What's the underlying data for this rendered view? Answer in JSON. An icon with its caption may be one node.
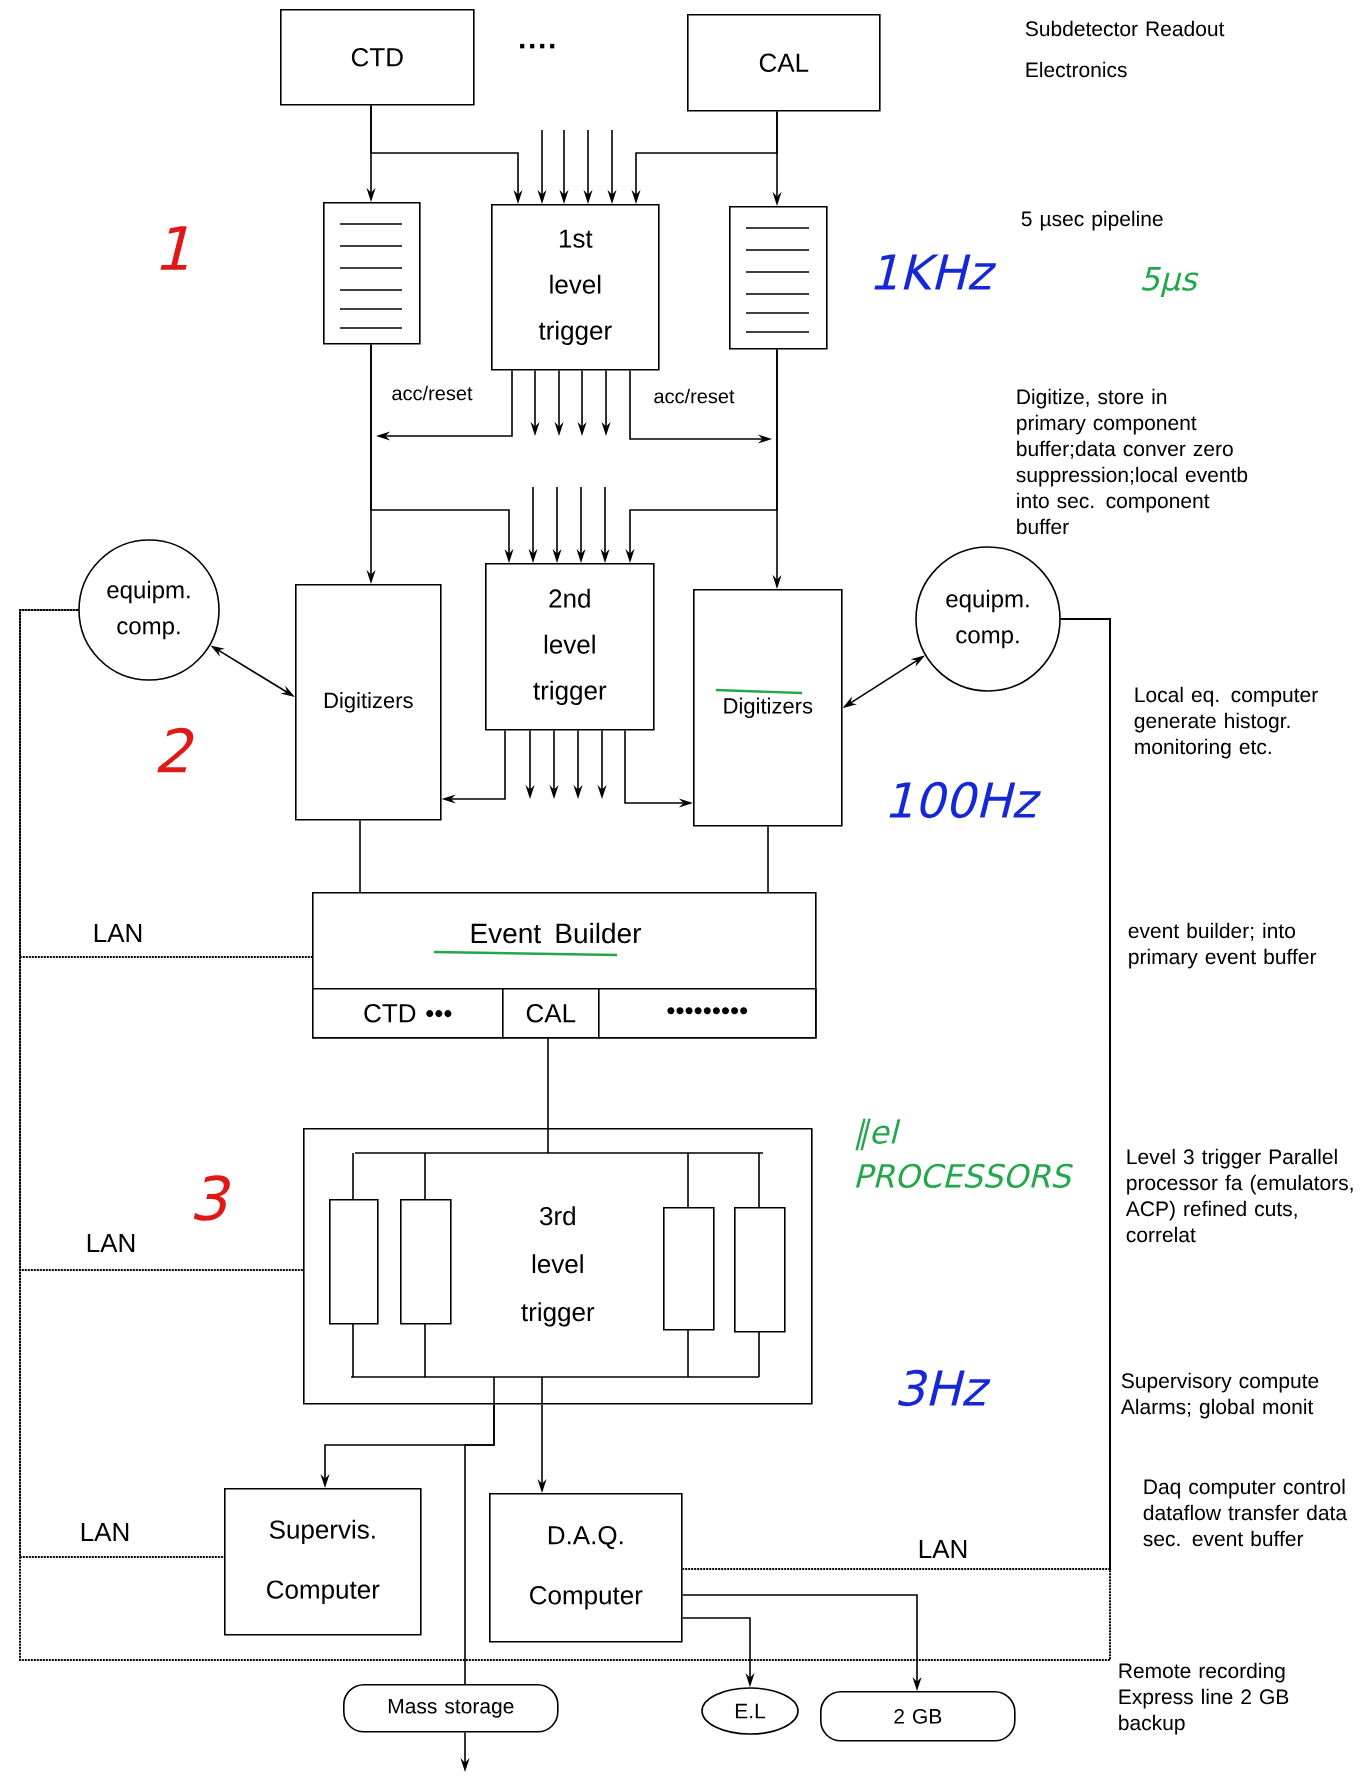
{
  "diagram": {
    "nodes": [
      {
        "text": [
          "CTD"
        ]
      },
      {
        "text": [
          "CAL"
        ]
      },
      {
        "text": [],
        "shape": "box"
      },
      {
        "text": [
          "1st level trigger"
        ]
      },
      {
        "text": [],
        "shape": "box"
      },
      {
        "text": [
          "equipm. comp."
        ]
      },
      {
        "text": [
          "Digitizers"
        ]
      },
      {
        "text": [
          "2nd level trigger"
        ]
      },
      {
        "text": [
          "Digitizers"
        ]
      },
      {
        "text": [
          "equipm. comp."
        ]
      },
      {
        "text": [
          "Event Builder"
        ]
      },
      {
        "text": [
          "CTD •••"
        ],
        "in": 10
      },
      {
        "text": [
          "CAL"
        ],
        "in": 10
      },
      {
        "text": [
          "•••••••••"
        ],
        "in": 10
      },
      {
        "text": [
          "3rd level trigger"
        ]
      },
      {
        "text": [],
        "shape": "box",
        "in": 14
      },
      {
        "text": [],
        "shape": "box",
        "in": 14
      },
      {
        "text": [],
        "shape": "box",
        "in": 14
      },
      {
        "text": [],
        "shape": "box",
        "in": 14
      },
      {
        "text": [
          "Supervis. Computer"
        ]
      },
      {
        "text": [
          "D.A.Q. Computer"
        ]
      },
      {
        "text": [
          "Mass storage"
        ]
      },
      {
        "text": [
          "E.L"
        ]
      },
      {
        "text": [
          "2 GB"
        ]
      }
    ],
    "edges": [
      {
        "from": 0,
        "to": 2,
        "arrow": "to"
      },
      {
        "from": 1,
        "to": 4,
        "arrow": "to"
      },
      {
        "from": 0,
        "to": 3,
        "arrow": "to"
      },
      {
        "from": 1,
        "to": 3,
        "arrow": "to"
      },
      {
        "from": null,
        "to": 3,
        "arrow": "to"
      },
      {
        "from": null,
        "to": 3,
        "arrow": "to"
      },
      {
        "from": null,
        "to": 3,
        "arrow": "to"
      },
      {
        "from": null,
        "to": 3,
        "arrow": "to"
      },
      {
        "from": 3,
        "to": null,
        "arrow": "to"
      },
      {
        "from": 3,
        "to": null,
        "arrow": "to"
      },
      {
        "from": 3,
        "to": null,
        "arrow": "to"
      },
      {
        "from": 3,
        "to": null,
        "arrow": "to"
      },
      {
        "from": 3,
        "to": null,
        "arrow": "to",
        "label": "acc/reset"
      },
      {
        "from": 3,
        "to": null,
        "arrow": "to",
        "label": "acc/reset"
      },
      {
        "from": 2,
        "to": 6,
        "arrow": "to"
      },
      {
        "from": 4,
        "to": 8,
        "arrow": "to"
      },
      {
        "from": 2,
        "to": 7,
        "arrow": "to"
      },
      {
        "from": 4,
        "to": 7,
        "arrow": "to"
      },
      {
        "from": null,
        "to": 7,
        "arrow": "to"
      },
      {
        "from": null,
        "to": 7,
        "arrow": "to"
      },
      {
        "from": null,
        "to": 7,
        "arrow": "to"
      },
      {
        "from": null,
        "to": 7,
        "arrow": "to"
      },
      {
        "from": 7,
        "to": null,
        "arrow": "to"
      },
      {
        "from": 7,
        "to": null,
        "arrow": "to"
      },
      {
        "from": 7,
        "to": null,
        "arrow": "to"
      },
      {
        "from": 7,
        "to": null,
        "arrow": "to"
      },
      {
        "from": 7,
        "to": 6,
        "arrow": "to"
      },
      {
        "from": 7,
        "to": 8,
        "arrow": "to"
      },
      {
        "from": 5,
        "to": 6,
        "arrow": "both"
      },
      {
        "from": 9,
        "to": 8,
        "arrow": "both"
      },
      {
        "from": 6,
        "to": 10,
        "arrow": "none"
      },
      {
        "from": 8,
        "to": 10,
        "arrow": "none"
      },
      {
        "from": 10,
        "to": 14,
        "arrow": "none"
      },
      {
        "from": 14,
        "to": 19,
        "arrow": "to"
      },
      {
        "from": 14,
        "to": 20,
        "arrow": "to"
      },
      {
        "from": 14,
        "to": 21,
        "arrow": "none"
      },
      {
        "from": 21,
        "to": null,
        "arrow": "to"
      },
      {
        "from": 20,
        "to": 22,
        "arrow": "to"
      },
      {
        "from": 20,
        "to": 23,
        "arrow": "to"
      },
      {
        "from": 5,
        "to": 10,
        "arrow": "none",
        "style": "dashed",
        "label": "LAN"
      },
      {
        "from": 5,
        "to": 14,
        "arrow": "none",
        "style": "dashed",
        "label": "LAN"
      },
      {
        "from": 5,
        "to": 19,
        "arrow": "none",
        "style": "dashed",
        "label": "LAN"
      },
      {
        "from": 9,
        "to": 20,
        "arrow": "none",
        "style": "dashed",
        "label": "LAN"
      },
      {
        "from": 5,
        "to": 9,
        "arrow": "none",
        "style": "dashed"
      }
    ],
    "labels": [
      "····",
      "Subdetector Readout Electronics",
      "1",
      "1KHz",
      "5 µsec pipeline",
      "5µs",
      "Digitize, store in primary component buffer;data conver zero suppression;local eventb into sec. component buffer",
      "2",
      "Local eq. computer generate histogr. monitoring etc.",
      "100Hz",
      "event builder; into primary event buffer",
      "3",
      "∥el PROCESSORS",
      "Level 3 trigger Parallel processor fa (emulators, ACP) refined cuts, correlat",
      "3Hz",
      "Supervisory compute Alarms; global monit",
      "Daq computer control dataflow transfer data sec. event buffer",
      "Remote recording Express line 2 GB backup"
    ]
  }
}
